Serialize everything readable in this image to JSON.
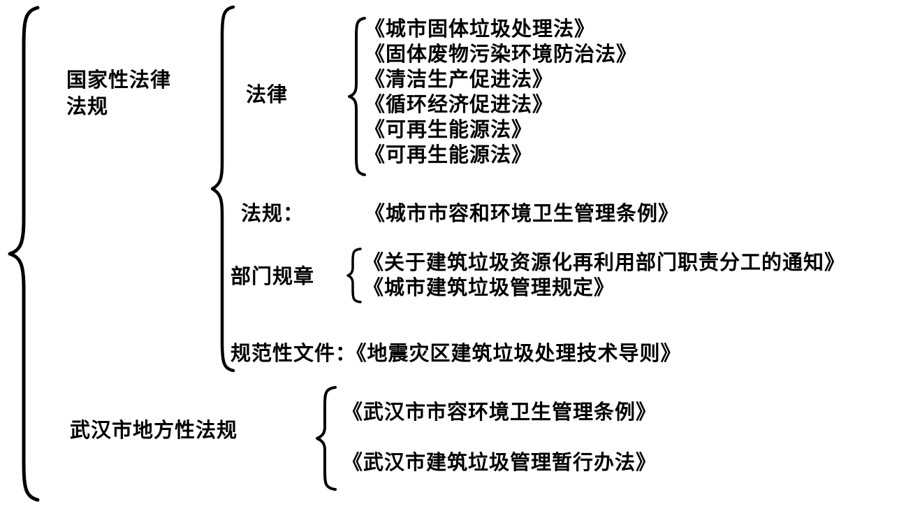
{
  "national": {
    "label_line1": "国家性法律",
    "label_line2": "法规",
    "laws": {
      "label": "法律",
      "items": [
        "《城市固体垃圾处理法》",
        "《固体废物污染环境防治法》",
        "《清洁生产促进法》",
        "《循环经济促进法》",
        "《可再生能源法》",
        "《可再生能源法》"
      ]
    },
    "regulations": {
      "label": "法规：",
      "item": "《城市市容和环境卫生管理条例》"
    },
    "departmental_rules": {
      "label": "部门规章",
      "items": [
        "《关于建筑垃圾资源化再利用部门职责分工的通知》",
        "《城市建筑垃圾管理规定》"
      ]
    },
    "normative_documents": {
      "label": "规范性文件：",
      "item": "《地震灾区建筑垃圾处理技术导则》"
    }
  },
  "wuhan": {
    "label": "武汉市地方性法规",
    "items": [
      "《武汉市市容环境卫生管理条例》",
      "《武汉市建筑垃圾管理暂行办法》"
    ]
  },
  "colors": {
    "ink": "#000000",
    "background": "#ffffff"
  }
}
